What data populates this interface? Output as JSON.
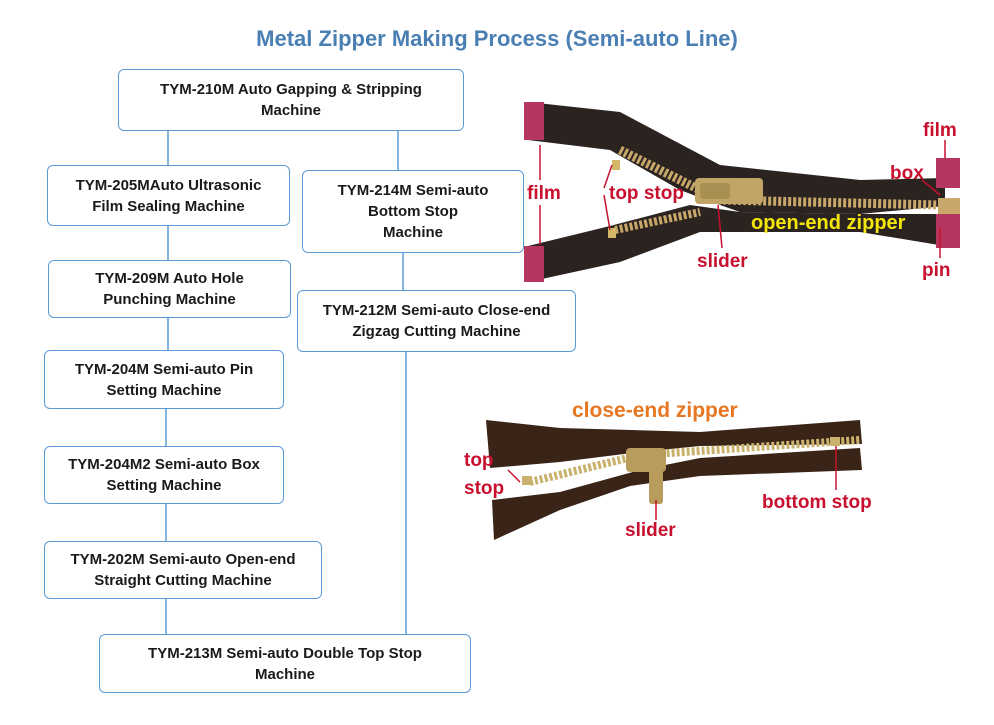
{
  "title": "Metal Zipper Making Process (Semi-auto Line)",
  "steps": {
    "s210": "TYM-210M Auto Gapping & Stripping\nMachine",
    "s205": "TYM-205MAuto Ultrasonic\nFilm Sealing Machine",
    "s209": "TYM-209M Auto Hole\nPunching Machine",
    "s204": "TYM-204M Semi-auto Pin\nSetting Machine",
    "s204m2": "TYM-204M2 Semi-auto Box\nSetting Machine",
    "s202": "TYM-202M Semi-auto Open-end\nStraight Cutting Machine",
    "s213": "TYM-213M Semi-auto Double Top Stop\nMachine",
    "s214": "TYM-214M Semi-auto\nBottom Stop\nMachine",
    "s212": "TYM-212M Semi-auto Close-end\nZigzag Cutting Machine"
  },
  "open_end_zipper": {
    "name": "open-end zipper",
    "film_left": "film",
    "top_stop": "top stop",
    "slider": "slider",
    "film_right": "film",
    "box": "box",
    "pin": "pin"
  },
  "close_end_zipper": {
    "name": "close-end zipper",
    "top_stop_1": "top",
    "top_stop_2": "stop",
    "slider": "slider",
    "bottom_stop": "bottom stop"
  },
  "colors": {
    "title": "#4a7fb4",
    "box_border": "#5b9bd5",
    "label_red": "#c8102e",
    "label_yellow": "#f5e60a",
    "label_orange": "#e87722"
  }
}
